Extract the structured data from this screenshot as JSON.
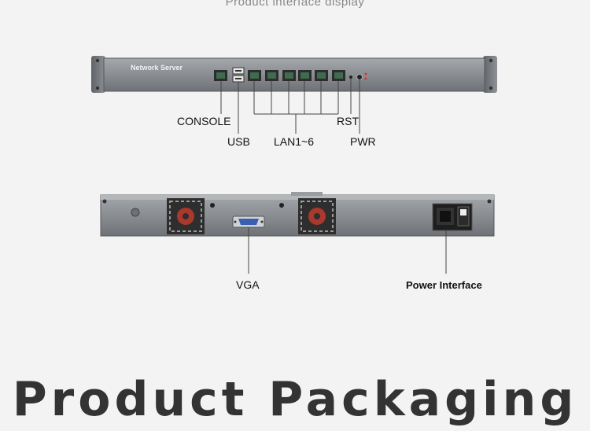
{
  "section_caption": "Product interface display",
  "front_panel": {
    "brand_text": "Network Server",
    "labels": {
      "console": "CONSOLE",
      "usb": "USB",
      "lan": "LAN1~6",
      "rst": "RST",
      "pwr": "PWR"
    }
  },
  "rear_panel": {
    "labels": {
      "vga": "VGA",
      "power": "Power Interface"
    }
  },
  "headline": "Product Packaging",
  "colors": {
    "chassis": "#8c8f93",
    "chassis_dark": "#5a5d61",
    "port_green": "#3f6b4f",
    "vga_blue": "#3b5fb0",
    "fan_red": "#c0392b",
    "headline": "#333333"
  }
}
